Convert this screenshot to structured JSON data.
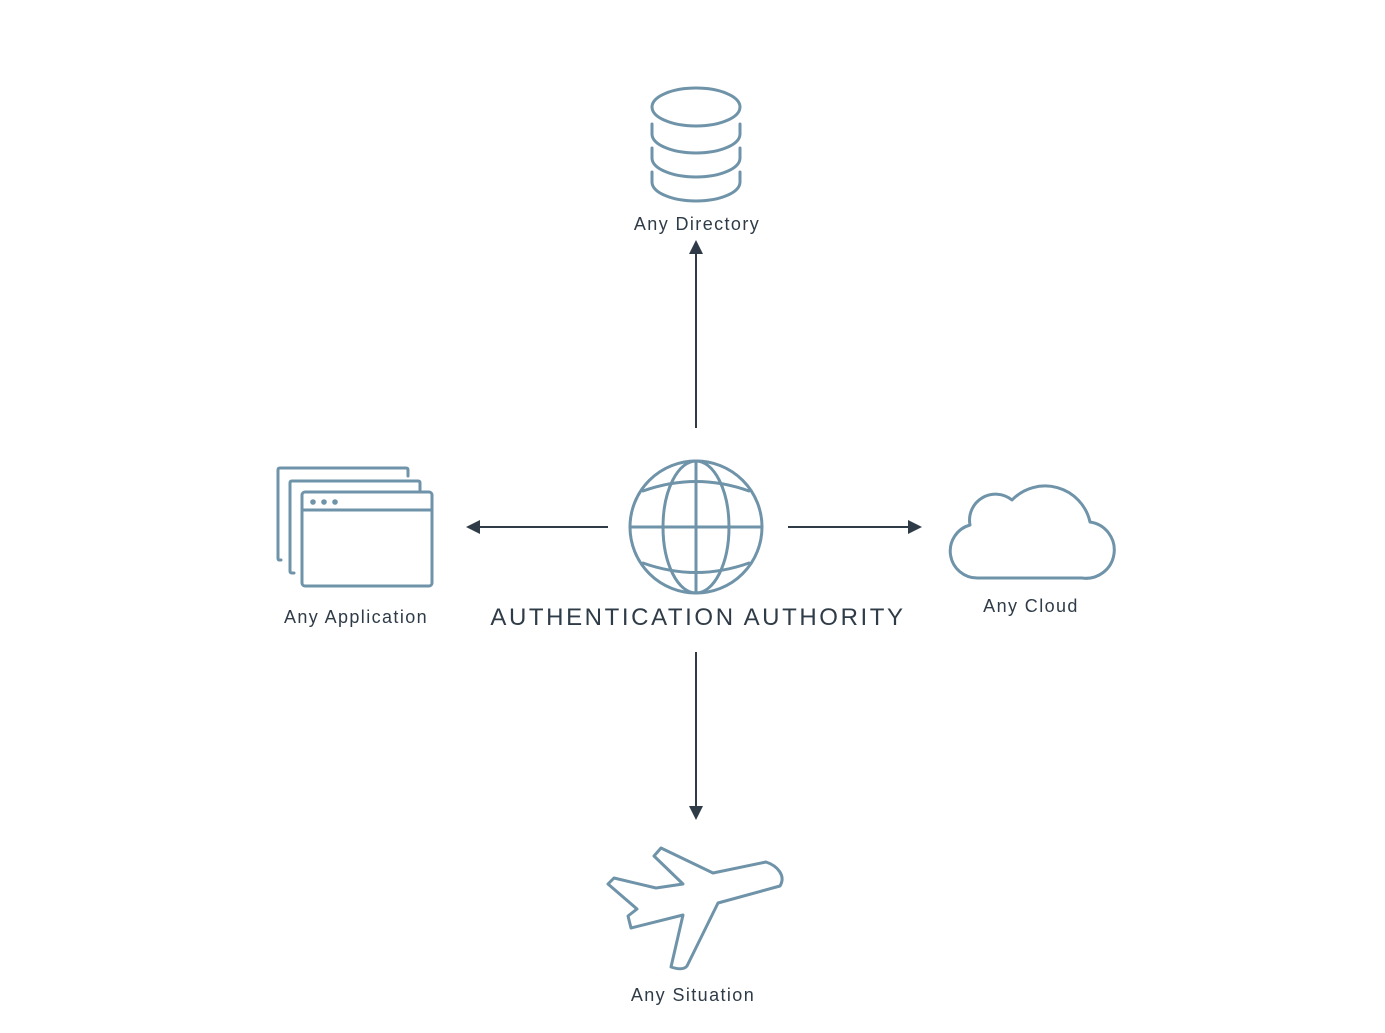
{
  "colors": {
    "icon_stroke": "#6f93a8",
    "arrow": "#2f3c48",
    "text": "#2f3c48"
  },
  "center": {
    "label": "AUTHENTICATION AUTHORITY",
    "icon": "globe-icon"
  },
  "nodes": {
    "directory": {
      "label": "Any Directory",
      "icon": "database-icon"
    },
    "application": {
      "label": "Any Application",
      "icon": "browser-windows-icon"
    },
    "cloud": {
      "label": "Any Cloud",
      "icon": "cloud-icon"
    },
    "situation": {
      "label": "Any Situation",
      "icon": "airplane-icon"
    }
  }
}
